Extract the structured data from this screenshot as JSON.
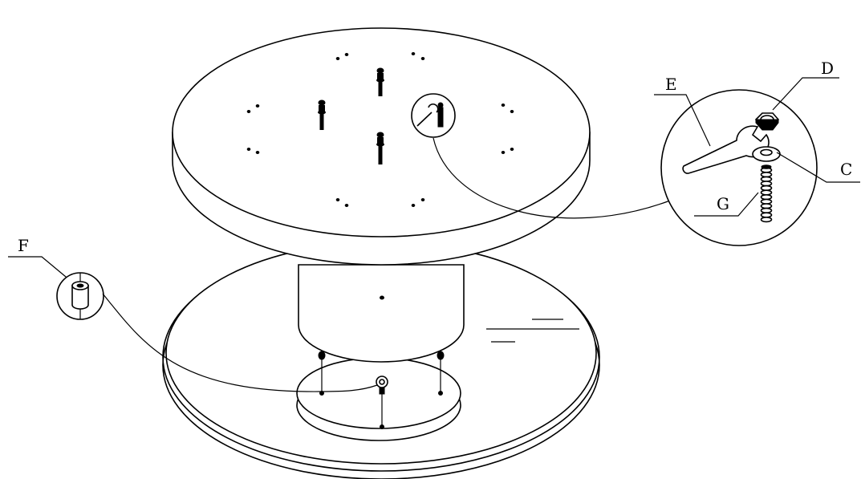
{
  "diagram": {
    "callouts": [
      {
        "key": "D",
        "text": "D"
      },
      {
        "key": "E",
        "text": "E"
      },
      {
        "key": "C",
        "text": "C"
      },
      {
        "key": "G",
        "text": "G"
      },
      {
        "key": "F",
        "text": "F"
      }
    ],
    "parts": {
      "D": "hex-nut",
      "E": "wrench",
      "C": "washer",
      "G": "spring",
      "F": "bushing"
    },
    "line_color": "#000000",
    "background": "#ffffff"
  }
}
